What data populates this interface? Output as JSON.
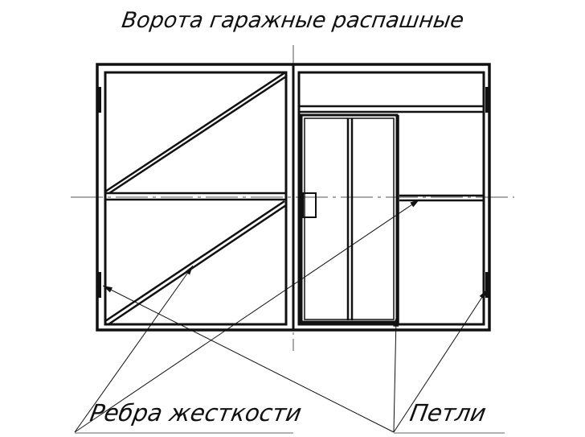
{
  "title": "Ворота гаражные распашные",
  "labels": {
    "ribs": "Ребра жесткости",
    "hinges": "Петли"
  },
  "colors": {
    "ink": "#111111",
    "background": "#ffffff"
  }
}
